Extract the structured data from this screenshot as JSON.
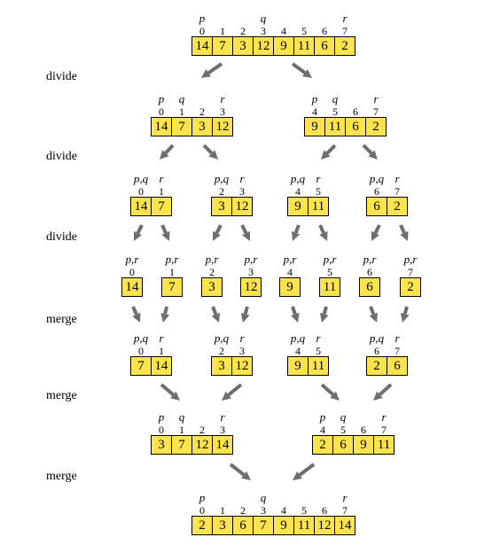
{
  "labels": [
    "divide",
    "divide",
    "divide",
    "merge",
    "merge",
    "merge"
  ],
  "arrays": [
    {
      "id": "root",
      "values": [
        14,
        7,
        3,
        12,
        9,
        11,
        6,
        2
      ],
      "indices": [
        "0",
        "1",
        "2",
        "3",
        "4",
        "5",
        "6",
        "7"
      ],
      "pointers": [
        {
          "text": "p",
          "at": 0
        },
        {
          "text": "q",
          "at": 3
        },
        {
          "text": "r",
          "at": 7
        }
      ]
    },
    {
      "id": "d1-left",
      "values": [
        14,
        7,
        3,
        12
      ],
      "indices": [
        "0",
        "1",
        "2",
        "3"
      ],
      "pointers": [
        {
          "text": "p",
          "at": 0
        },
        {
          "text": "q",
          "at": 1
        },
        {
          "text": "r",
          "at": 3
        }
      ]
    },
    {
      "id": "d1-right",
      "values": [
        9,
        11,
        6,
        2
      ],
      "indices": [
        "4",
        "5",
        "6",
        "7"
      ],
      "pointers": [
        {
          "text": "p",
          "at": 0
        },
        {
          "text": "q",
          "at": 1
        },
        {
          "text": "r",
          "at": 3
        }
      ]
    },
    {
      "id": "d2-a",
      "values": [
        14,
        7
      ],
      "indices": [
        "0",
        "1"
      ],
      "pointers": [
        {
          "text": "p,q",
          "at": 0
        },
        {
          "text": "r",
          "at": 1
        }
      ]
    },
    {
      "id": "d2-b",
      "values": [
        3,
        12
      ],
      "indices": [
        "2",
        "3"
      ],
      "pointers": [
        {
          "text": "p,q",
          "at": 0
        },
        {
          "text": "r",
          "at": 1
        }
      ]
    },
    {
      "id": "d2-c",
      "values": [
        9,
        11
      ],
      "indices": [
        "4",
        "5"
      ],
      "pointers": [
        {
          "text": "p,q",
          "at": 0
        },
        {
          "text": "r",
          "at": 1
        }
      ]
    },
    {
      "id": "d2-d",
      "values": [
        6,
        2
      ],
      "indices": [
        "6",
        "7"
      ],
      "pointers": [
        {
          "text": "p,q",
          "at": 0
        },
        {
          "text": "r",
          "at": 1
        }
      ]
    },
    {
      "id": "d3-0",
      "values": [
        14
      ],
      "indices": [
        "0"
      ],
      "pointers": [
        {
          "text": "p,r",
          "at": 0
        }
      ]
    },
    {
      "id": "d3-1",
      "values": [
        7
      ],
      "indices": [
        "1"
      ],
      "pointers": [
        {
          "text": "p,r",
          "at": 0
        }
      ]
    },
    {
      "id": "d3-2",
      "values": [
        3
      ],
      "indices": [
        "2"
      ],
      "pointers": [
        {
          "text": "p,r",
          "at": 0
        }
      ]
    },
    {
      "id": "d3-3",
      "values": [
        12
      ],
      "indices": [
        "3"
      ],
      "pointers": [
        {
          "text": "p,r",
          "at": 0
        }
      ]
    },
    {
      "id": "d3-4",
      "values": [
        9
      ],
      "indices": [
        "4"
      ],
      "pointers": [
        {
          "text": "p,r",
          "at": 0
        }
      ]
    },
    {
      "id": "d3-5",
      "values": [
        11
      ],
      "indices": [
        "5"
      ],
      "pointers": [
        {
          "text": "p,r",
          "at": 0
        }
      ]
    },
    {
      "id": "d3-6",
      "values": [
        6
      ],
      "indices": [
        "6"
      ],
      "pointers": [
        {
          "text": "p,r",
          "at": 0
        }
      ]
    },
    {
      "id": "d3-7",
      "values": [
        2
      ],
      "indices": [
        "7"
      ],
      "pointers": [
        {
          "text": "p,r",
          "at": 0
        }
      ]
    },
    {
      "id": "m1-a",
      "values": [
        7,
        14
      ],
      "indices": [
        "0",
        "1"
      ],
      "pointers": [
        {
          "text": "p,q",
          "at": 0
        },
        {
          "text": "r",
          "at": 1
        }
      ]
    },
    {
      "id": "m1-b",
      "values": [
        3,
        12
      ],
      "indices": [
        "2",
        "3"
      ],
      "pointers": [
        {
          "text": "p,q",
          "at": 0
        },
        {
          "text": "r",
          "at": 1
        }
      ]
    },
    {
      "id": "m1-c",
      "values": [
        9,
        11
      ],
      "indices": [
        "4",
        "5"
      ],
      "pointers": [
        {
          "text": "p,q",
          "at": 0
        },
        {
          "text": "r",
          "at": 1
        }
      ]
    },
    {
      "id": "m1-d",
      "values": [
        2,
        6
      ],
      "indices": [
        "6",
        "7"
      ],
      "pointers": [
        {
          "text": "p,q",
          "at": 0
        },
        {
          "text": "r",
          "at": 1
        }
      ]
    },
    {
      "id": "m2-left",
      "values": [
        3,
        7,
        12,
        14
      ],
      "indices": [
        "0",
        "1",
        "2",
        "3"
      ],
      "pointers": [
        {
          "text": "p",
          "at": 0
        },
        {
          "text": "q",
          "at": 1
        },
        {
          "text": "r",
          "at": 3
        }
      ]
    },
    {
      "id": "m2-right",
      "values": [
        2,
        6,
        9,
        11
      ],
      "indices": [
        "4",
        "5",
        "6",
        "7"
      ],
      "pointers": [
        {
          "text": "p",
          "at": 0
        },
        {
          "text": "q",
          "at": 1
        },
        {
          "text": "r",
          "at": 3
        }
      ]
    },
    {
      "id": "sorted",
      "values": [
        2,
        3,
        6,
        7,
        9,
        11,
        12,
        14
      ],
      "indices": [
        "0",
        "1",
        "2",
        "3",
        "4",
        "5",
        "6",
        "7"
      ],
      "pointers": [
        {
          "text": "p",
          "at": 0
        },
        {
          "text": "q",
          "at": 3
        },
        {
          "text": "r",
          "at": 7
        }
      ]
    }
  ],
  "colors": {
    "cell_fill": "#fde34c",
    "arrow": "#6e6e6e",
    "border": "#000000"
  }
}
